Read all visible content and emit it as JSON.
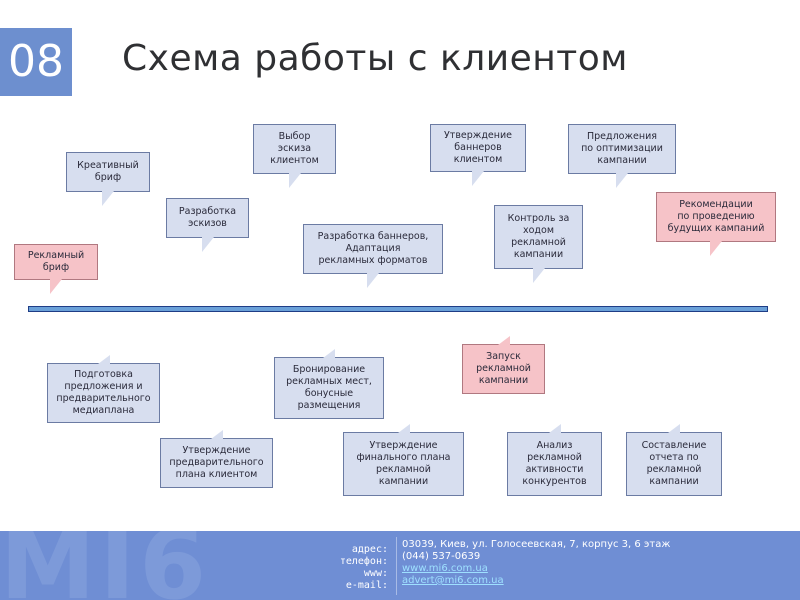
{
  "slide": {
    "number": "08",
    "title": "Схема работы с клиентом"
  },
  "steps_top": [
    {
      "id": "reklamnyy-brif",
      "text": "Рекламный\nбриф",
      "highlight": true
    },
    {
      "id": "kreativnyy-brif",
      "text": "Креативный\nбриф",
      "highlight": false
    },
    {
      "id": "razrabotka-eskizov",
      "text": "Разработка\nэскизов",
      "highlight": false
    },
    {
      "id": "vybor-eskiza",
      "text": "Выбор\nэскиза\nклиентом",
      "highlight": false
    },
    {
      "id": "razrabotka-bannerov",
      "text": "Разработка баннеров,\nАдаптация\nрекламных форматов",
      "highlight": false
    },
    {
      "id": "utverzhdenie-bannerov",
      "text": "Утверждение\nбаннеров\nклиентом",
      "highlight": false
    },
    {
      "id": "kontrol",
      "text": "Контроль за\nходом\nрекламной\nкампании",
      "highlight": false
    },
    {
      "id": "predlozheniya",
      "text": "Предложения\nпо оптимизации\nкампании",
      "highlight": false
    },
    {
      "id": "rekomendatsii",
      "text": "Рекомендации\nпо проведению\nбудущих кампаний",
      "highlight": true
    }
  ],
  "steps_bottom": [
    {
      "id": "podgotovka",
      "text": "Подготовка\nпредложения и\nпредварительного\nмедиаплана",
      "highlight": false
    },
    {
      "id": "utverzhdenie-plana",
      "text": "Утверждение\nпредварительного\nплана клиентом",
      "highlight": false
    },
    {
      "id": "bronirovanie",
      "text": "Бронирование\nрекламных мест,\nбонусные\nразмещения",
      "highlight": false
    },
    {
      "id": "utverzhdenie-finalnogo",
      "text": "Утверждение\nфинального плана\nрекламной\nкампании",
      "highlight": false
    },
    {
      "id": "zapusk",
      "text": "Запуск\nрекламной\nкампании",
      "highlight": true
    },
    {
      "id": "analiz",
      "text": "Анализ\nрекламной\nактивности\nконкурентов",
      "highlight": false
    },
    {
      "id": "sostavlenie-otcheta",
      "text": "Составление\nотчета по\nрекламной\nкампании",
      "highlight": false
    }
  ],
  "footer": {
    "logo_text": "MI6",
    "labels": {
      "address": "адрес:",
      "phone": "телефон:",
      "www": "www:",
      "email": "e-mail:"
    },
    "values": {
      "address": "03039, Киев, ул. Голосеевская, 7, корпус 3, 6 этаж",
      "phone": "(044) 537-0639",
      "www": "www.mi6.com.ua",
      "email": "advert@mi6.com.ua"
    },
    "colors": {
      "band": "#6f8ed4",
      "link": "#9ee0ff"
    }
  },
  "colors": {
    "box_fill": "#d7deef",
    "box_highlight": "#f6c3c8",
    "badge": "#6d8fcf",
    "timeline": "#6aa0d8"
  }
}
